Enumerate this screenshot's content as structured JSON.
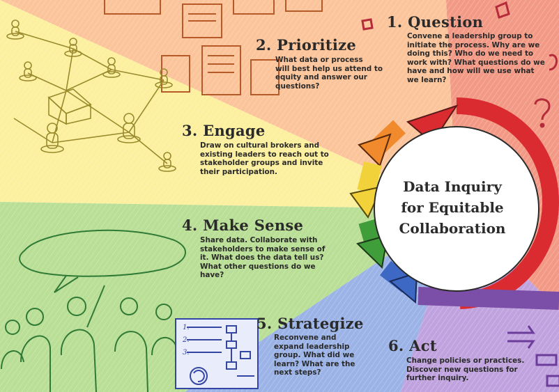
{
  "diagram": {
    "center_title": [
      "Data Inquiry",
      "for Equitable",
      "Collaboration"
    ],
    "colors": {
      "question": "#f39a86",
      "prioritize": "#fbc49a",
      "engage": "#fcef9e",
      "make_sense": "#b9de95",
      "strategize": "#9bb3e6",
      "act": "#c0a3de",
      "arrow_red": "#d92b30",
      "arrow_orange": "#f08a2c",
      "arrow_yellow": "#f2d23a",
      "arrow_green": "#3f9d3a",
      "arrow_blue": "#3d69c4",
      "arrow_purple": "#7b4ea8"
    },
    "steps": [
      {
        "key": "question",
        "title": "1. Question",
        "lines": [
          "Convene a leadership group to",
          "initiate the process. Why are we",
          "doing this?  Who do we need to",
          "work with? What questions do we",
          "have and how will we use what",
          "we learn?"
        ]
      },
      {
        "key": "prioritize",
        "title": "2. Prioritize",
        "lines": [
          "What data or process",
          "will best help us attend to",
          "equity and answer our",
          "questions?"
        ]
      },
      {
        "key": "engage",
        "title": "3. Engage",
        "lines": [
          "Draw on cultural brokers and",
          "existing leaders to reach out to",
          "stakeholder groups and invite",
          "their participation."
        ]
      },
      {
        "key": "make_sense",
        "title": "4. Make Sense",
        "lines": [
          "Share data. Collaborate with",
          "stakeholders to make sense of",
          "it. What does the data tell us?",
          "What other questions do we",
          "have?"
        ]
      },
      {
        "key": "strategize",
        "title": "5. Strategize",
        "lines": [
          "Reconvene and",
          "expand leadership",
          "group. What did we",
          "learn? What are the",
          "next steps?"
        ]
      },
      {
        "key": "act",
        "title": "6. Act",
        "lines": [
          "Change policies or practices.",
          "Discover new questions for",
          "further inquiry."
        ]
      }
    ],
    "easel_notes": [
      "1.",
      "2.",
      "3."
    ]
  }
}
